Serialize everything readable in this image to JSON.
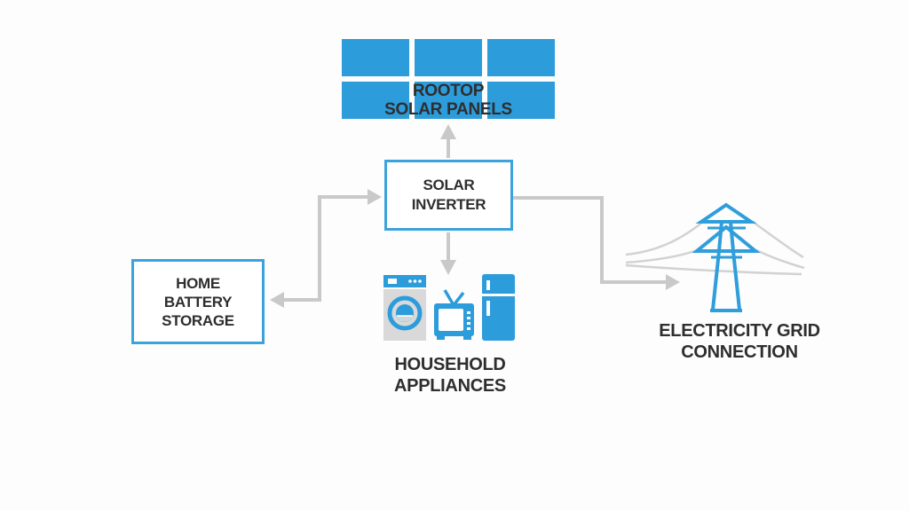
{
  "diagram": {
    "description": "Home solar power system flow diagram",
    "nodes": {
      "rooftop_solar_panels": {
        "lines": [
          "ROOTOP",
          "SOLAR PANELS"
        ]
      },
      "solar_inverter": {
        "lines": [
          "SOLAR",
          "INVERTER"
        ]
      },
      "home_battery_storage": {
        "lines": [
          "HOME",
          "BATTERY",
          "STORAGE"
        ]
      },
      "household_appliances": {
        "lines": [
          "HOUSEHOLD",
          "APPLIANCES"
        ]
      },
      "electricity_grid": {
        "lines": [
          "ELECTRICITY GRID",
          "CONNECTION"
        ]
      }
    },
    "connections": [
      {
        "from": "solar_inverter",
        "to": "rooftop_solar_panels",
        "arrow": "up"
      },
      {
        "from": "solar_inverter",
        "to": "household_appliances",
        "arrow": "down"
      },
      {
        "from": "home_battery_storage",
        "to": "solar_inverter",
        "arrow": "both-ends-elbow"
      },
      {
        "from": "solar_inverter",
        "to": "electricity_grid",
        "arrow": "right-elbow"
      }
    ],
    "icons": [
      "solar-panel-grid",
      "washing-machine",
      "television",
      "refrigerator",
      "transmission-tower"
    ]
  },
  "colors": {
    "panel_blue": "#2d9cdb",
    "box_border_blue": "#3ba3dc",
    "arrow_gray": "#c9c9c9",
    "powerline_gray": "#d2d2d2",
    "text_dark": "#2e2e2e",
    "washer_body_gray": "#d9d9d9",
    "background": "#fdfdfd"
  }
}
